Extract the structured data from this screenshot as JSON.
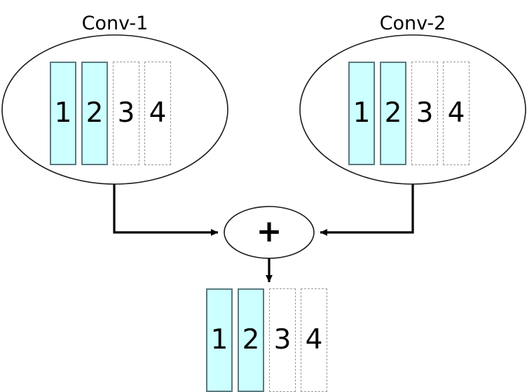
{
  "diagram": {
    "title_conv1": "Conv-1",
    "title_conv2": "Conv-2",
    "operator_symbol": "+",
    "colors": {
      "active_fill": "#CCFFFF",
      "active_stroke": "#5A7A7E",
      "inactive_stroke": "#9A9A9A",
      "line": "#000000",
      "text": "#000000",
      "background": "#FFFFFF"
    },
    "groups": [
      {
        "name": "conv-1",
        "label": "Conv-1",
        "channels": [
          {
            "label": "1",
            "state": "active"
          },
          {
            "label": "2",
            "state": "active"
          },
          {
            "label": "3",
            "state": "inactive"
          },
          {
            "label": "4",
            "state": "inactive"
          }
        ]
      },
      {
        "name": "conv-2",
        "label": "Conv-2",
        "channels": [
          {
            "label": "1",
            "state": "active"
          },
          {
            "label": "2",
            "state": "active"
          },
          {
            "label": "3",
            "state": "inactive"
          },
          {
            "label": "4",
            "state": "inactive"
          }
        ]
      },
      {
        "name": "output",
        "label": "",
        "channels": [
          {
            "label": "1",
            "state": "active"
          },
          {
            "label": "2",
            "state": "active"
          },
          {
            "label": "3",
            "state": "inactive"
          },
          {
            "label": "4",
            "state": "inactive"
          }
        ]
      }
    ]
  }
}
